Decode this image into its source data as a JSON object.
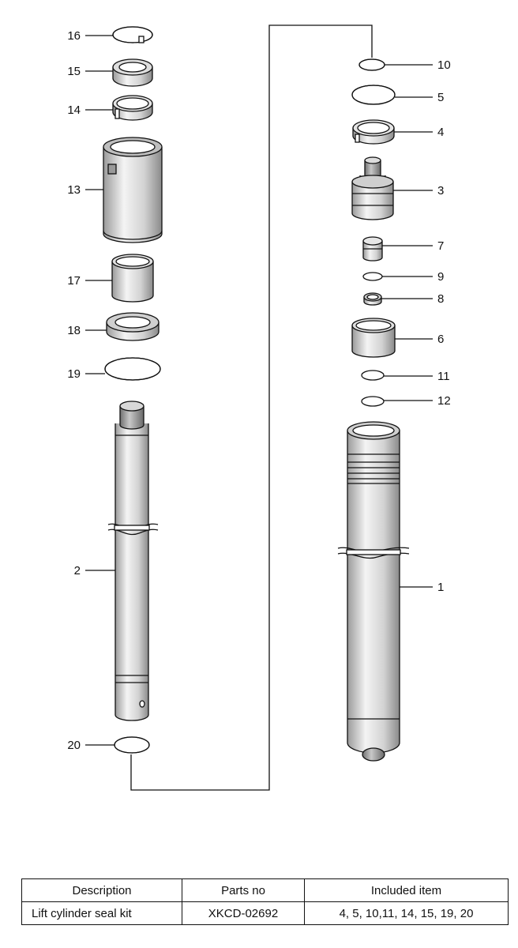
{
  "callouts": {
    "n1": "1",
    "n2": "2",
    "n3": "3",
    "n4": "4",
    "n5": "5",
    "n6": "6",
    "n7": "7",
    "n8": "8",
    "n9": "9",
    "n10": "10",
    "n11": "11",
    "n12": "12",
    "n13": "13",
    "n14": "14",
    "n15": "15",
    "n16": "16",
    "n17": "17",
    "n18": "18",
    "n19": "19",
    "n20": "20"
  },
  "table": {
    "headers": [
      "Description",
      "Parts no",
      "Included item"
    ],
    "rows": [
      [
        "Lift cylinder seal kit",
        "XKCD-02692",
        "4, 5, 10,11, 14, 15, 19, 20"
      ]
    ]
  }
}
